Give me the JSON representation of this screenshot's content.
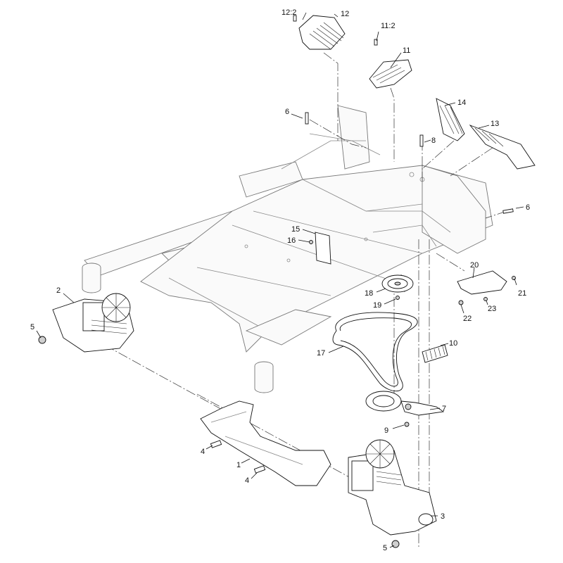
{
  "callouts": [
    {
      "id": "1",
      "text": "1"
    },
    {
      "id": "2",
      "text": "2"
    },
    {
      "id": "3",
      "text": "3"
    },
    {
      "id": "4a",
      "text": "4"
    },
    {
      "id": "4b",
      "text": "4"
    },
    {
      "id": "5a",
      "text": "5"
    },
    {
      "id": "5b",
      "text": "5"
    },
    {
      "id": "6a",
      "text": "6"
    },
    {
      "id": "6b",
      "text": "6"
    },
    {
      "id": "7",
      "text": "7"
    },
    {
      "id": "8",
      "text": "8"
    },
    {
      "id": "9",
      "text": "9"
    },
    {
      "id": "10",
      "text": "10"
    },
    {
      "id": "11",
      "text": "11"
    },
    {
      "id": "11_2",
      "text": "11:2"
    },
    {
      "id": "12",
      "text": "12"
    },
    {
      "id": "12_2",
      "text": "12:2"
    },
    {
      "id": "13",
      "text": "13"
    },
    {
      "id": "14",
      "text": "14"
    },
    {
      "id": "15",
      "text": "15"
    },
    {
      "id": "16",
      "text": "16"
    },
    {
      "id": "17",
      "text": "17"
    },
    {
      "id": "18",
      "text": "18"
    },
    {
      "id": "19",
      "text": "19"
    },
    {
      "id": "20",
      "text": "20"
    },
    {
      "id": "21",
      "text": "21"
    },
    {
      "id": "22",
      "text": "22"
    },
    {
      "id": "23",
      "text": "23"
    }
  ]
}
